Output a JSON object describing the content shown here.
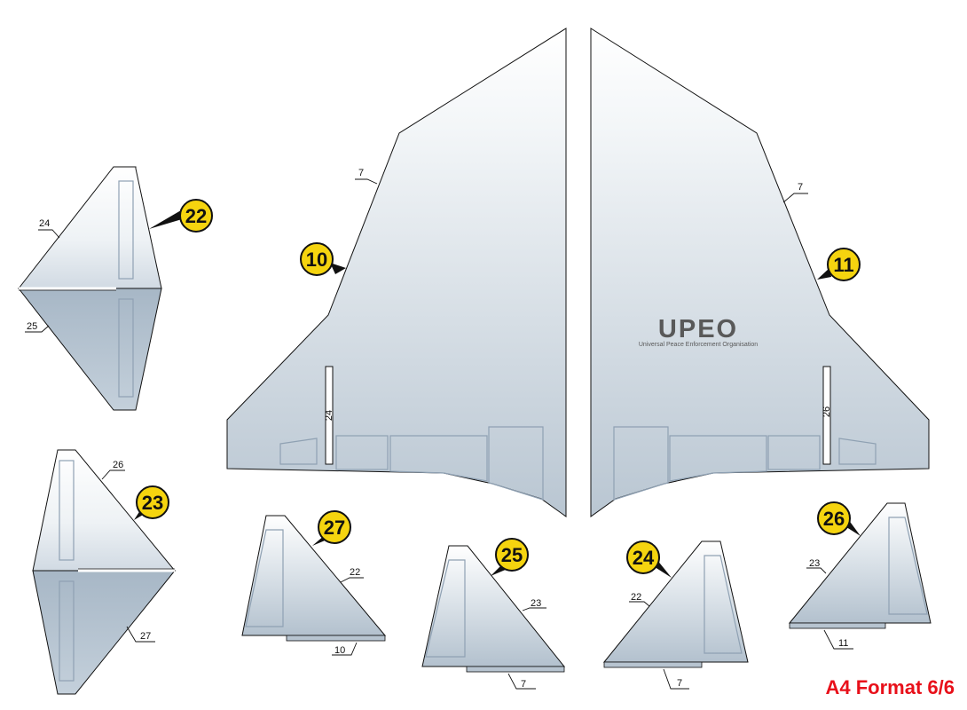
{
  "parts": [
    {
      "id": "p10",
      "badge": "10",
      "tags": [
        {
          "id": "a",
          "text": "7"
        }
      ],
      "slot": "24"
    },
    {
      "id": "p11",
      "badge": "11",
      "tags": [
        {
          "id": "a",
          "text": "7"
        }
      ],
      "slot": "26"
    },
    {
      "id": "p22",
      "badge": "22",
      "tags": [
        {
          "id": "a",
          "text": "24"
        },
        {
          "id": "b",
          "text": "25"
        }
      ]
    },
    {
      "id": "p23",
      "badge": "23",
      "tags": [
        {
          "id": "a",
          "text": "26"
        },
        {
          "id": "b",
          "text": "27"
        }
      ]
    },
    {
      "id": "p24",
      "badge": "24",
      "tags": [
        {
          "id": "a",
          "text": "22"
        },
        {
          "id": "b",
          "text": "10"
        }
      ]
    },
    {
      "id": "p27",
      "badge": "27",
      "tags": [
        {
          "id": "a",
          "text": "23"
        },
        {
          "id": "b",
          "text": "7"
        }
      ]
    },
    {
      "id": "p25",
      "badge": "25",
      "tags": [
        {
          "id": "a",
          "text": "22"
        },
        {
          "id": "b",
          "text": "7"
        }
      ]
    },
    {
      "id": "p26",
      "badge": "26",
      "tags": [
        {
          "id": "a",
          "text": "23"
        },
        {
          "id": "b",
          "text": "11"
        }
      ]
    }
  ],
  "logo": {
    "name": "UPEO",
    "subtitle": "Universal Peace Enforcement Organisation"
  },
  "footer": {
    "text": "A4 Format  6/6"
  },
  "colors": {
    "badge_fill": "#f5d40f",
    "part_gray": "#b4c2d0",
    "panel_line": "#8fa1b3",
    "footer_red": "#e8101a"
  }
}
